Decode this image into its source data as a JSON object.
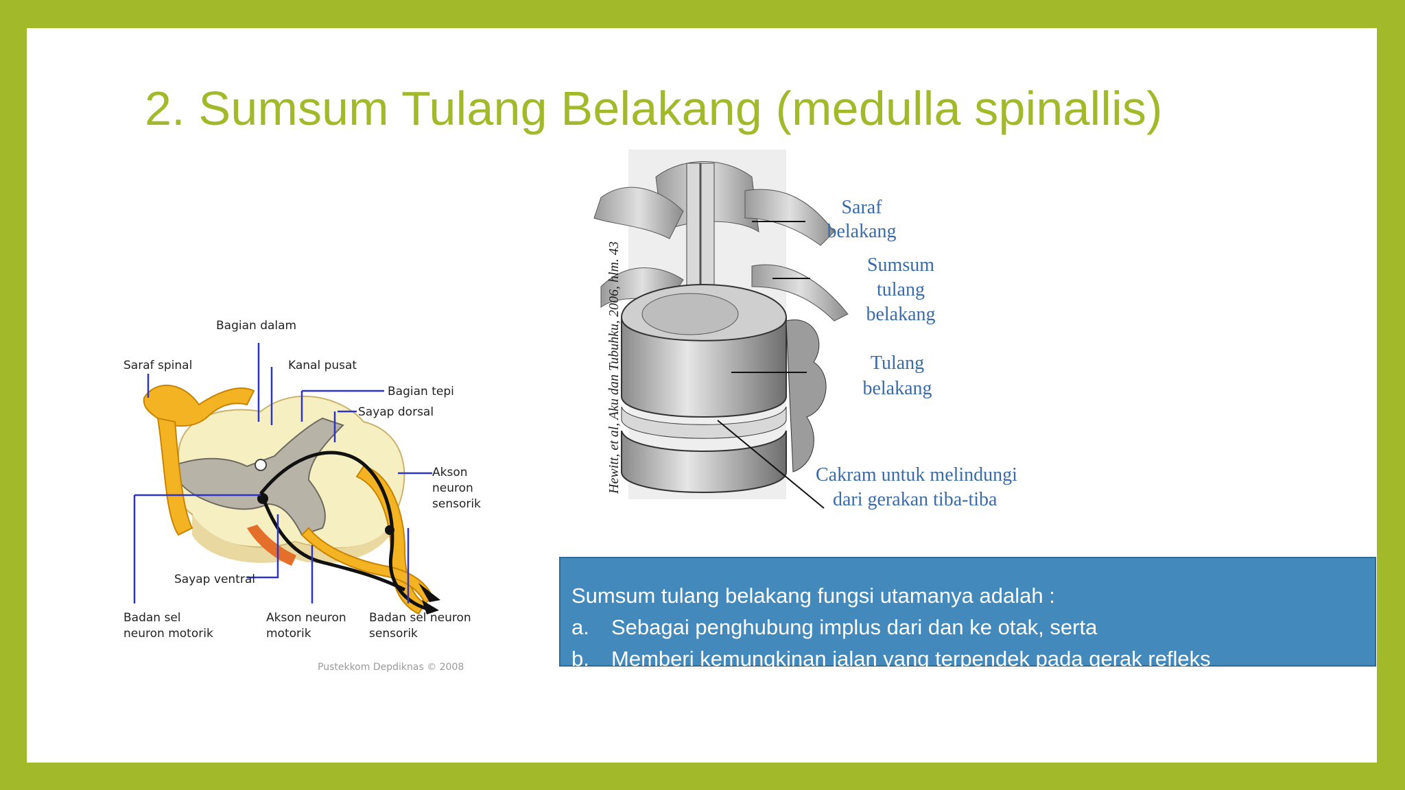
{
  "slide": {
    "title": "2. Sumsum Tulang Belakang (medulla spinallis)"
  },
  "figure_left": {
    "labels": {
      "bagian_dalam": "Bagian dalam",
      "saraf_spinal": "Saraf spinal",
      "kanal_pusat": "Kanal pusat",
      "bagian_tepi": "Bagian tepi",
      "sayap_dorsal": "Sayap dorsal",
      "akson_sensorik_1": "Akson",
      "akson_sensorik_2": "neuron",
      "akson_sensorik_3": "sensorik",
      "sayap_ventral": "Sayap ventral",
      "badan_motorik_1": "Badan sel",
      "badan_motorik_2": "neuron motorik",
      "akson_motorik_1": "Akson neuron",
      "akson_motorik_2": "motorik",
      "badan_sensorik_1": "Badan sel neuron",
      "badan_sensorik_2": "sensorik"
    },
    "credit": "Pustekkom Depdiknas © 2008"
  },
  "figure_right": {
    "labels": {
      "saraf_1": "Saraf",
      "saraf_2": "belakang",
      "sumsum_1": "Sumsum",
      "sumsum_2": "tulang",
      "sumsum_3": "belakang",
      "tulang_1": "Tulang",
      "tulang_2": "belakang",
      "cakram_1": "Cakram untuk melindungi",
      "cakram_2": "dari gerakan tiba-tiba"
    },
    "credit": "Hewitt, et al, Aku dan Tubuhku, 2006, hlm. 43"
  },
  "info_box": {
    "intro": "Sumsum tulang belakang fungsi utamanya adalah :",
    "items": [
      {
        "marker": "a.",
        "text": "Sebagai penghubung implus dari dan ke otak, serta"
      },
      {
        "marker": "b.",
        "text": "Memberi kemungkinan jalan yang terpendek pada gerak refleks"
      }
    ]
  }
}
